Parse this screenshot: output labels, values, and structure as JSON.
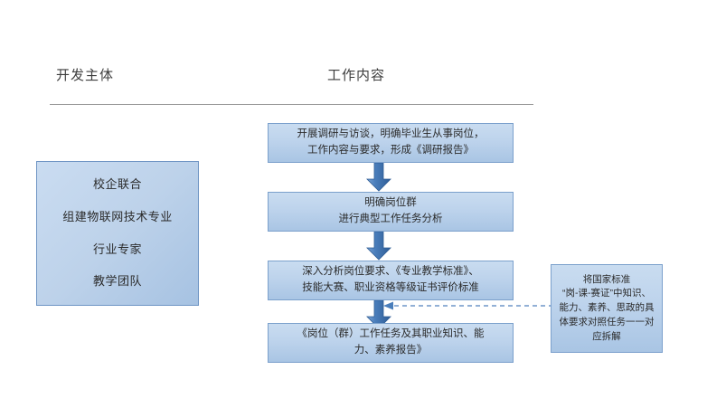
{
  "page": {
    "background": "#ffffff",
    "accent": "#4a7ebb",
    "box_fill_light": "#c9dcf0",
    "box_fill_dark": "#a9c5e4",
    "box_border": "#7ba0cc",
    "rule_color": "#9a9a9a",
    "text_color": "#2b2b2b"
  },
  "headers": {
    "left": "开发主体",
    "right": "工作内容"
  },
  "dev_subject": {
    "lines": [
      "校企联合",
      "组建物联网技术专业",
      "行业专家",
      "教学团队"
    ]
  },
  "steps": [
    {
      "id": "step-1",
      "lines": [
        "开展调研与访谈，明确毕业生从事岗位，",
        "工作内容与要求，形成《调研报告》"
      ]
    },
    {
      "id": "step-2",
      "lines": [
        "明确岗位群",
        "进行典型工作任务分析"
      ]
    },
    {
      "id": "step-3",
      "lines": [
        "深入分析岗位要求、《专业教学标准》、",
        "技能大赛、职业资格等级证书评价标准"
      ]
    },
    {
      "id": "step-4",
      "lines": [
        "《岗位（群）工作任务及其职业知识、能",
        "力、素养报告》"
      ]
    }
  ],
  "side_note": {
    "lines": [
      "将国家标准",
      "“岗-课-赛证”中知识、",
      "能力、素养、思政的具",
      "体要求对照任务一一对",
      "应拆解"
    ]
  },
  "connectors": {
    "arrows": [
      {
        "name": "arrow-step1-to-step2",
        "direction": "down"
      },
      {
        "name": "arrow-step2-to-step3",
        "direction": "down"
      },
      {
        "name": "arrow-step3-to-step4",
        "direction": "down"
      }
    ],
    "dashed": {
      "name": "dashed-arrow-sidenote-to-flow",
      "direction": "left",
      "style": "dashed"
    }
  }
}
